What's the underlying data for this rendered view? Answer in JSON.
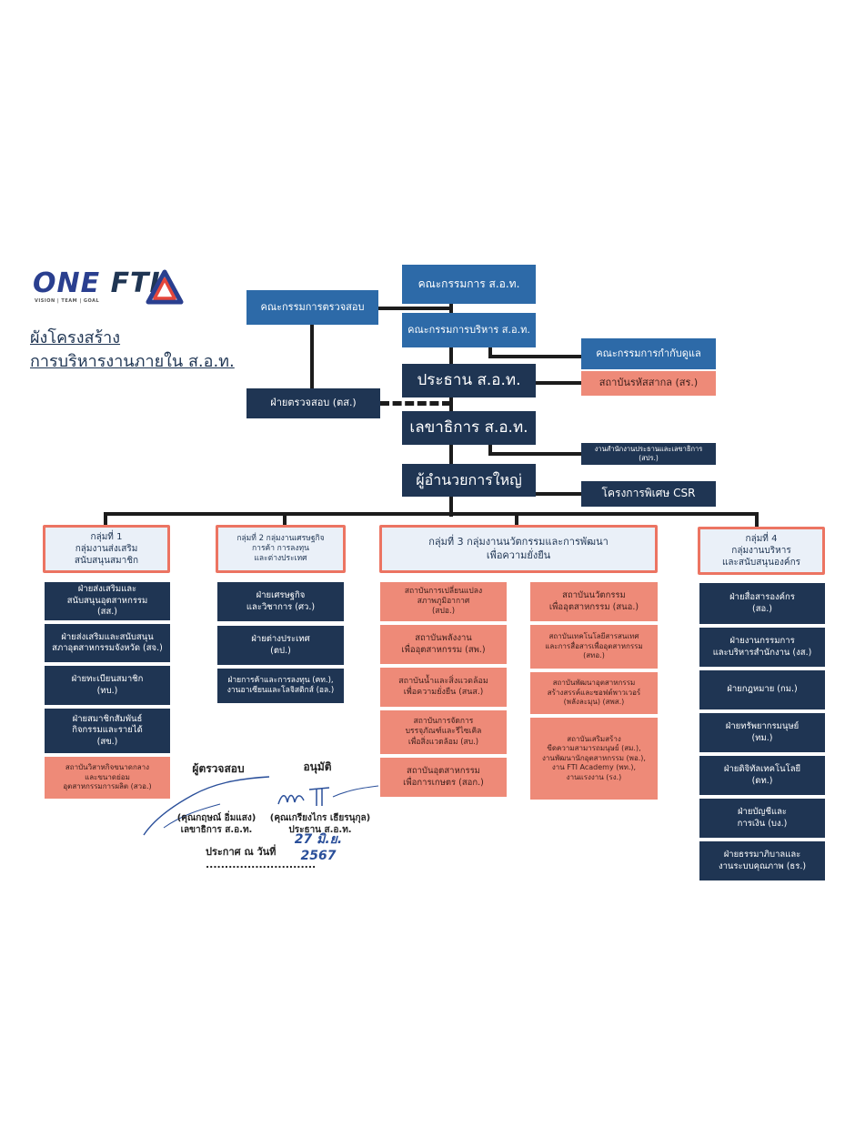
{
  "logo": {
    "brand_one": "ONE ",
    "brand_fti": "FTI",
    "tagline": "VISION | TEAM | GOAL"
  },
  "title": {
    "line1": "ผังโครงสร้าง",
    "line2": "การบริหารงานภายใน ส.อ.ท."
  },
  "colors": {
    "navy": "#1f3553",
    "blue": "#2d6aa8",
    "salmon": "#ee8a78",
    "group_border": "#ec7462",
    "group_fill": "#eaf0f8"
  },
  "top": {
    "board": "คณะกรรมการ ส.อ.ท.",
    "audit_committee": "คณะกรรมการตรวจสอบ",
    "executive_committee": "คณะกรรมการบริหาร ส.อ.ท.",
    "governance_committee": "คณะกรรมการกำกับดูแล",
    "chairman": "ประธาน ส.อ.ท.",
    "gs1_institute": "สถาบันรหัสสากล (สร.)",
    "internal_audit": "ฝ่ายตรวจสอบ (ตส.)",
    "secretary_general": "เลขาธิการ ส.อ.ท.",
    "office": "งานสำนักงานประธานและเลขาธิการ (สปร.)",
    "president": "ผู้อำนวยการใหญ่",
    "csr": "โครงการพิเศษ CSR"
  },
  "groups": [
    {
      "header": "กลุ่มที่ 1\nกลุ่มงานส่งเสริม\nสนับสนุนสมาชิก",
      "units": [
        "ฝ่ายส่งเสริมและ\nสนับสนุนอุตสาหกรรม\n(สส.)",
        "ฝ่ายส่งเสริมและสนับสนุน\nสภาอุตสาหกรรมจังหวัด (สจ.)",
        "ฝ่ายทะเบียนสมาชิก\n(ทบ.)",
        "ฝ่ายสมาชิกสัมพันธ์\nกิจกรรมและรายได้\n(สข.)"
      ],
      "institutes": [
        "สถาบันวิสาหกิจขนาดกลาง\nและขนาดย่อม\nอุตสาหกรรมการผลิต (สวอ.)"
      ]
    },
    {
      "header": "กลุ่มที่ 2 กลุ่มงานเศรษฐกิจ\nการค้า การลงทุน\nและต่างประเทศ",
      "units": [
        "ฝ่ายเศรษฐกิจ\nและวิชาการ (ศว.)",
        "ฝ่ายต่างประเทศ\n(ตป.)",
        "ฝ่ายการค้าและการลงทุน (คท.),\nงานอาเซียนและโลจิสติกส์ (อล.)"
      ]
    },
    {
      "header": "กลุ่มที่ 3 กลุ่มงานนวัตกรรมและการพัฒนา\nเพื่อความยั่งยืน",
      "institutes_left": [
        "สถาบันการเปลี่ยนแปลง\nสภาพภูมิอากาศ\n(สปอ.)",
        "สถาบันพลังงาน\nเพื่ออุตสาหกรรม (สพ.)",
        "สถาบันน้ำและสิ่งแวดล้อม\nเพื่อความยั่งยืน (สนส.)",
        "สถาบันการจัดการ\nบรรจุภัณฑ์และรีไซเคิล\nเพื่อสิ่งแวดล้อม (สบ.)",
        "สถาบันอุตสาหกรรม\nเพื่อการเกษตร (สอก.)"
      ],
      "institutes_right": [
        "สถาบันนวัตกรรม\nเพื่ออุตสาหกรรม (สนอ.)",
        "สถาบันเทคโนโลยีสารสนเทศ\nและการสื่อสารเพื่ออุตสาหกรรม\n(สทอ.)",
        "สถาบันพัฒนาอุตสาหกรรม\nสร้างสรรค์และซอฟต์พาวเวอร์\n(พลังละมุน) (สพส.)",
        "สถาบันเสริมสร้าง\nขีดความสามารถมนุษย์ (สม.),\nงานพัฒนานักอุตสาหกรรม (พอ.),\nงาน FTI Academy (พท.),\nงานแรงงาน (รง.)"
      ]
    },
    {
      "header": "กลุ่มที่ 4\nกลุ่มงานบริหาร\nและสนับสนุนองค์กร",
      "units": [
        "ฝ่ายสื่อสารองค์กร\n(สอ.)",
        "ฝ่ายงานกรรมการ\nและบริหารสำนักงาน (งส.)",
        "ฝ่ายกฎหมาย (กม.)",
        "ฝ่ายทรัพยากรมนุษย์\n(ทม.)",
        "ฝ่ายดิจิทัลเทคโนโลยี\n(ดท.)",
        "ฝ่ายบัญชีและ\nการเงิน (บง.)",
        "ฝ่ายธรรมาภิบาลและ\nงานระบบคุณภาพ (ธร.)"
      ]
    }
  ],
  "signatures": {
    "reviewer_label": "ผู้ตรวจสอบ",
    "approver_label": "อนุมัติ",
    "reviewer_name": "(คุณกฤษณ์ อิ่มแสง)\nเลขาธิการ ส.อ.ท.",
    "approver_name": "(คุณเกรียงไกร เธียรนุกุล)\nประธาน ส.อ.ท.",
    "announce": "ประกาศ ณ วันที่ .............................",
    "stamp_date": "27 มิ.ย. 2567"
  }
}
